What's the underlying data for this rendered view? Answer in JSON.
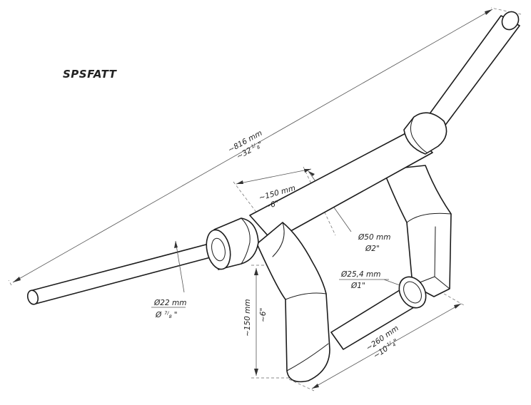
{
  "title": "SPSFATT",
  "dimensions": {
    "overall_width": {
      "metric": "~816 mm",
      "imperial_whole": "~32",
      "imperial_num": "1",
      "imperial_den": "8",
      "inch": "\""
    },
    "riser_spacing": {
      "metric": "~150 mm",
      "imperial": "~6\""
    },
    "crossbar_diameter": {
      "metric": "Ø50 mm",
      "imperial": "Ø2\""
    },
    "grip_diameter": {
      "metric": "Ø22 mm",
      "imperial_prefix": "Ø",
      "imperial_num": "7",
      "imperial_den": "8",
      "inch": "\""
    },
    "lower_bar_diameter": {
      "metric": "Ø25,4 mm",
      "imperial": "Ø1\""
    },
    "riser_height": {
      "metric": "~150 mm",
      "imperial": "~6\""
    },
    "lower_bar_length": {
      "metric": "~260 mm",
      "imperial_whole": "~10",
      "imperial_num": "1",
      "imperial_den": "4",
      "inch": "\""
    }
  }
}
